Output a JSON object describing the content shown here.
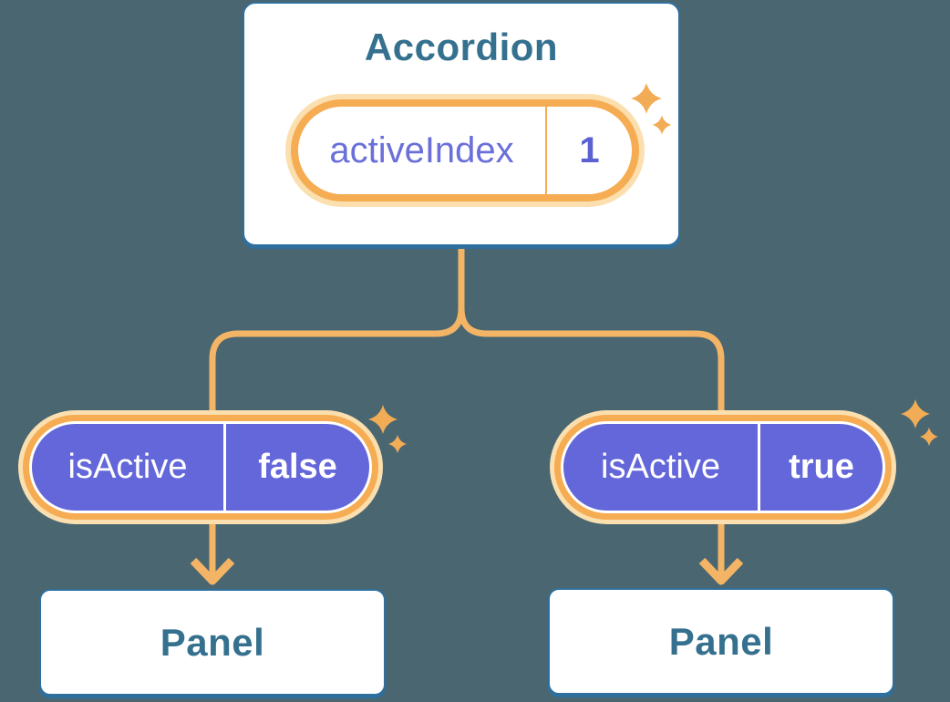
{
  "diagram": {
    "root": {
      "title": "Accordion",
      "state": {
        "label": "activeIndex",
        "value": "1"
      }
    },
    "children": [
      {
        "prop": {
          "label": "isActive",
          "value": "false"
        },
        "title": "Panel"
      },
      {
        "prop": {
          "label": "isActive",
          "value": "true"
        },
        "title": "Panel"
      }
    ]
  },
  "icons": {
    "sparkle": "four-point-twinkle-star",
    "arrow": "down-arrow"
  },
  "colors": {
    "background": "#4A6771",
    "box_border": "#2F6F9E",
    "heading_text": "#35718F",
    "pill_ring": "#F6AC52",
    "pill_halo": "#FBDFAF",
    "connector": "#F4B466",
    "sparkle": "#F2AC55",
    "purple_fill": "#6367D9",
    "purple_text": "#6A6FD9",
    "value_text": "#5B60D2",
    "white_text": "#FFFFFF"
  }
}
